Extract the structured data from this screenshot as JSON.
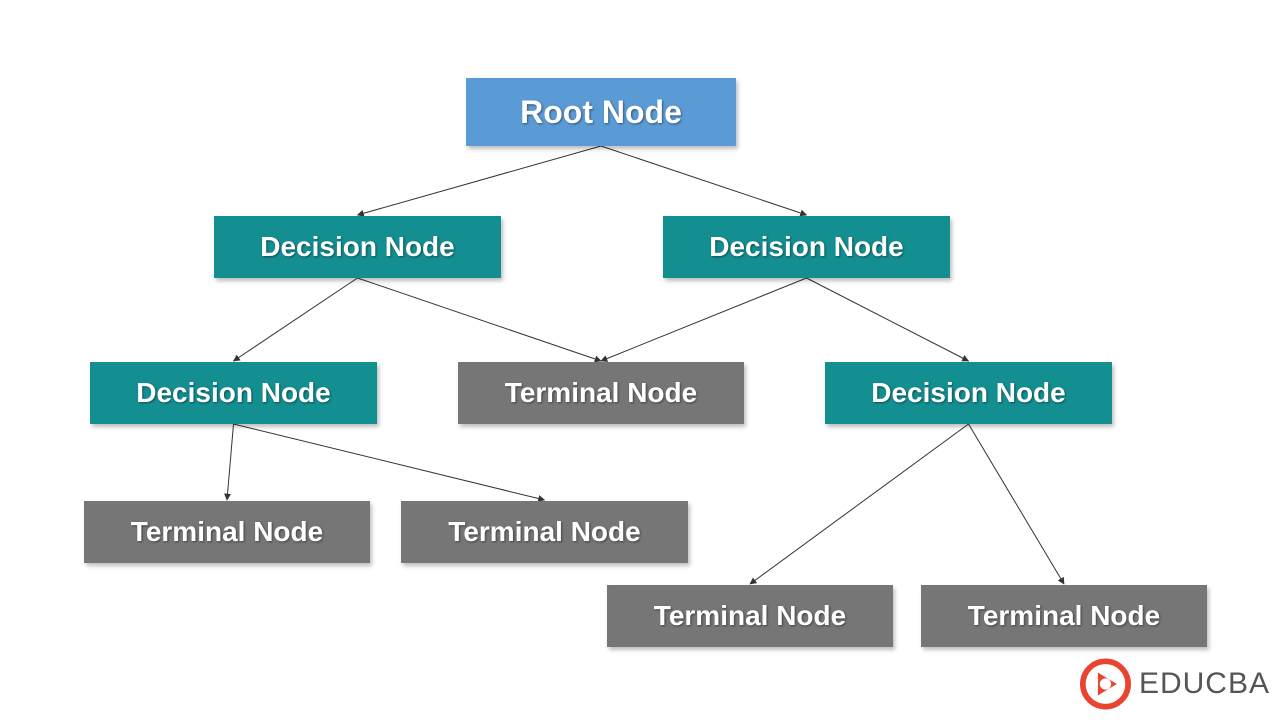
{
  "colors": {
    "root": "#5b9bd5",
    "decision": "#138f92",
    "terminal": "#767676",
    "edge": "#333333",
    "logo_accent": "#e8442f"
  },
  "nodes": {
    "root": {
      "label": "Root Node",
      "type": "root"
    },
    "decision_left": {
      "label": "Decision Node",
      "type": "decision"
    },
    "decision_right": {
      "label": "Decision Node",
      "type": "decision"
    },
    "decision_left_child": {
      "label": "Decision Node",
      "type": "decision"
    },
    "terminal_middle": {
      "label": "Terminal Node",
      "type": "terminal"
    },
    "decision_right_child": {
      "label": "Decision Node",
      "type": "decision"
    },
    "terminal_ll": {
      "label": "Terminal Node",
      "type": "terminal"
    },
    "terminal_lr": {
      "label": "Terminal Node",
      "type": "terminal"
    },
    "terminal_rl": {
      "label": "Terminal Node",
      "type": "terminal"
    },
    "terminal_rr": {
      "label": "Terminal Node",
      "type": "terminal"
    }
  },
  "edges": [
    [
      "root",
      "decision_left"
    ],
    [
      "root",
      "decision_right"
    ],
    [
      "decision_left",
      "decision_left_child"
    ],
    [
      "decision_left",
      "terminal_middle"
    ],
    [
      "decision_right",
      "terminal_middle"
    ],
    [
      "decision_right",
      "decision_right_child"
    ],
    [
      "decision_left_child",
      "terminal_ll"
    ],
    [
      "decision_left_child",
      "terminal_lr"
    ],
    [
      "decision_right_child",
      "terminal_rl"
    ],
    [
      "decision_right_child",
      "terminal_rr"
    ]
  ],
  "logo": {
    "text": "EDUCBA",
    "icon": "educba-logo-icon"
  }
}
